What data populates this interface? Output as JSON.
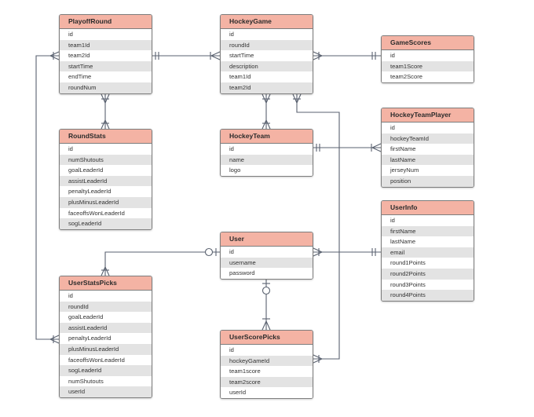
{
  "entities": {
    "playoff_round": {
      "title": "PlayoffRound",
      "fields": [
        "id",
        "team1Id",
        "team2Id",
        "startTime",
        "endTime",
        "roundNum"
      ]
    },
    "hockey_game": {
      "title": "HockeyGame",
      "fields": [
        "id",
        "roundId",
        "startTime",
        "description",
        "team1Id",
        "team2Id"
      ]
    },
    "game_scores": {
      "title": "GameScores",
      "fields": [
        "id",
        "team1Score",
        "team2Score"
      ]
    },
    "round_stats": {
      "title": "RoundStats",
      "fields": [
        "id",
        "numShutouts",
        "goalLeaderId",
        "assistLeaderId",
        "penaltyLeaderId",
        "plusMinusLeaderId",
        "faceoffsWonLeaderId",
        "sogLeaderId"
      ]
    },
    "hockey_team": {
      "title": "HockeyTeam",
      "fields": [
        "id",
        "name",
        "logo"
      ]
    },
    "hockey_team_player": {
      "title": "HockeyTeamPlayer",
      "fields": [
        "id",
        "hockeyTeamId",
        "firstName",
        "lastName",
        "jerseyNum",
        "position"
      ]
    },
    "user_info": {
      "title": "UserInfo",
      "fields": [
        "id",
        "firstName",
        "lastName",
        "email",
        "round1Points",
        "round2Points",
        "round3Points",
        "round4Points"
      ]
    },
    "user": {
      "title": "User",
      "fields": [
        "id",
        "username",
        "password"
      ]
    },
    "user_stats_picks": {
      "title": "UserStatsPicks",
      "fields": [
        "id",
        "roundId",
        "goalLeaderId",
        "assistLeaderId",
        "penaltyLeaderId",
        "plusMinusLeaderId",
        "faceoffsWonLeaderId",
        "sogLeaderId",
        "numShutouts",
        "userId"
      ]
    },
    "user_score_picks": {
      "title": "UserScorePicks",
      "fields": [
        "id",
        "hockeyGameId",
        "team1score",
        "team2score",
        "userId"
      ]
    }
  },
  "colors": {
    "header": "#f4b3a4",
    "line": "#5a6270",
    "stripe": "#e3e3e3"
  }
}
